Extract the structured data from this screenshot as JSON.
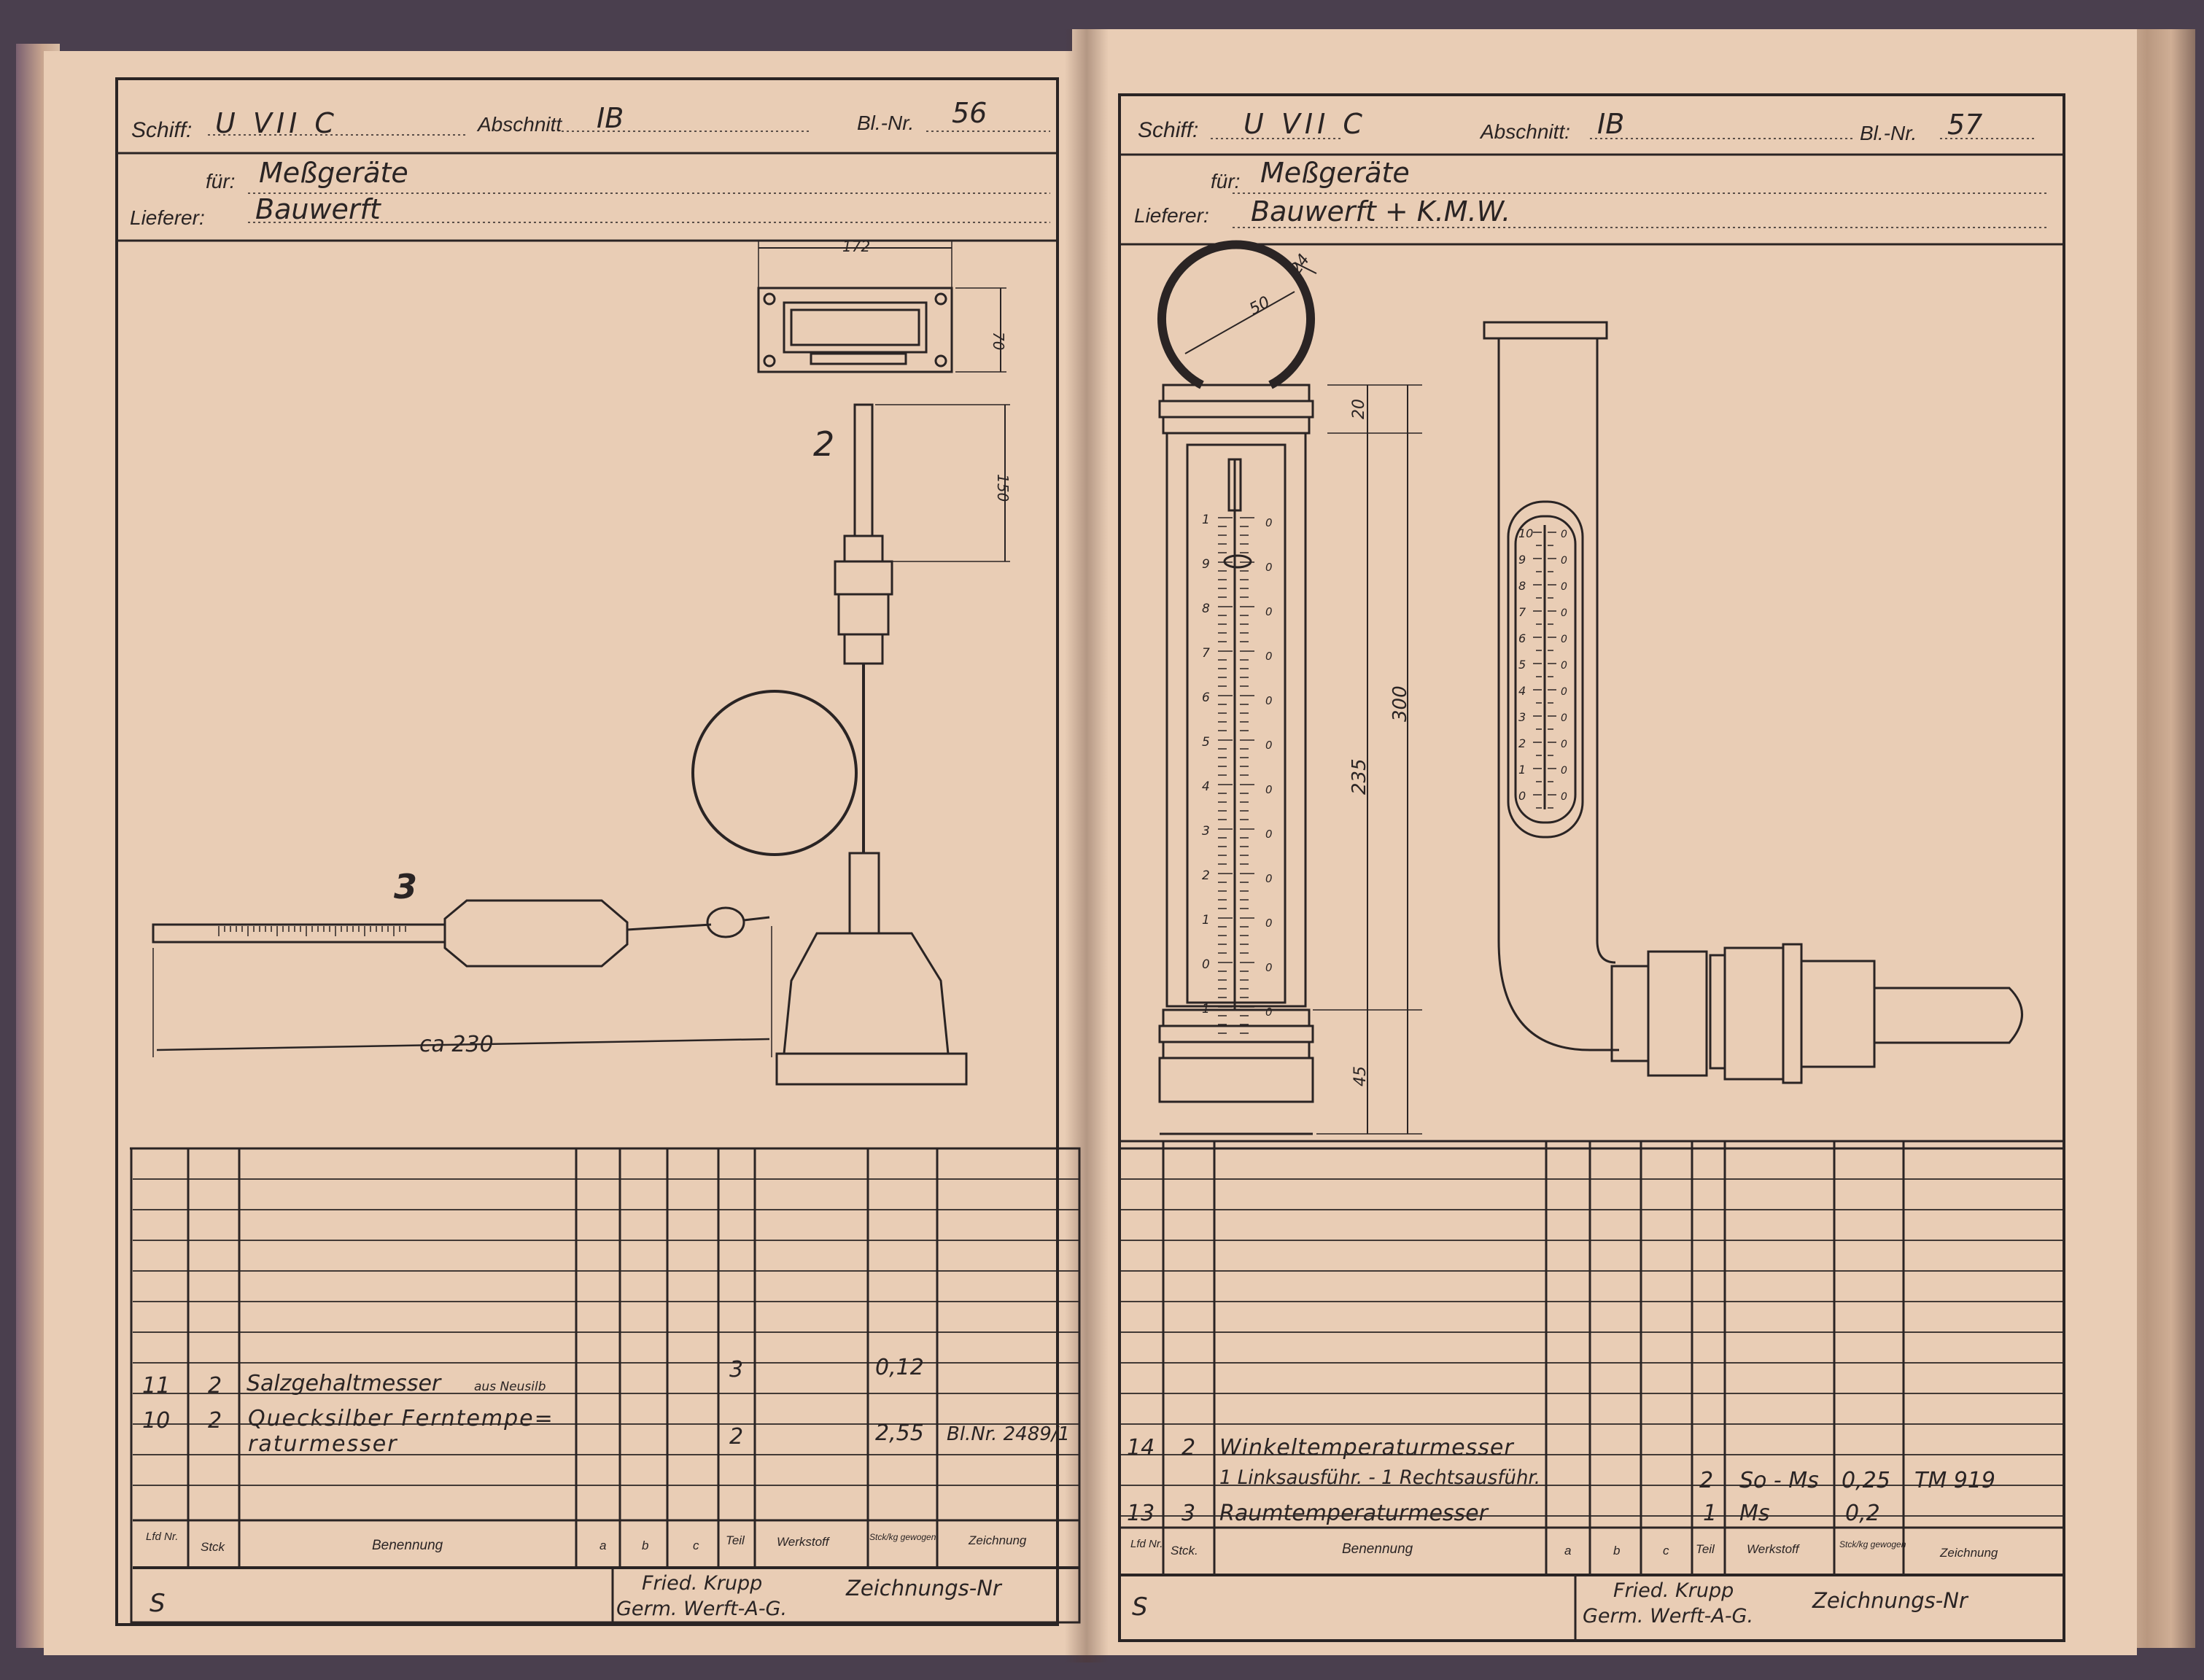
{
  "left_sheet": {
    "header": {
      "schiff_label": "Schiff:",
      "schiff_value": "U VII C",
      "abschnitt_label": "Abschnitt",
      "abschnitt_value": "IB",
      "blatt_label": "Bl.-Nr.",
      "blatt_value": "56",
      "fuer_label": "für:",
      "fuer_value": "Meßgeräte",
      "lieferer_label": "Lieferer:",
      "lieferer_value": "Bauwerft"
    },
    "drawing": {
      "item_2_label": "2",
      "item_3_label": "3",
      "dim_172": "172",
      "dim_70": "70",
      "dim_150": "150",
      "dim_ca230": "ca 230"
    },
    "rows": [
      {
        "lfd": "11",
        "stck": "2",
        "benennung": "Salzgehaltmesser",
        "benennung_small": "aus Neusilb",
        "teil": "3",
        "gewicht": "0,12",
        "zeichnung": ""
      },
      {
        "lfd": "10",
        "stck": "2",
        "benennung": "Quecksilber Ferntempe=",
        "benennung2": "raturmesser",
        "teil": "2",
        "gewicht": "2,55",
        "zeichnung": "Bl.Nr. 2489/1"
      }
    ],
    "footer": {
      "col_lfd": "Lfd Nr.",
      "col_stck": "Stck",
      "col_benennung": "Benennung",
      "col_a": "a",
      "col_b": "b",
      "col_c": "c",
      "col_teil": "Teil",
      "col_werkstoff": "Werkstoff",
      "col_gewicht": "Stck/kg gewogen",
      "col_zeichnung": "Zeichnung",
      "mark": "S",
      "firm_line1": "Fried. Krupp",
      "firm_line2": "Germ. Werft-A-G.",
      "zeichnungs_nr": "Zeichnungs-Nr"
    }
  },
  "right_sheet": {
    "header": {
      "schiff_label": "Schiff:",
      "schiff_value": "U VII C",
      "abschnitt_label": "Abschnitt:",
      "abschnitt_value": "IB",
      "blatt_label": "Bl.-Nr.",
      "blatt_value": "57",
      "fuer_label": "für:",
      "fuer_value": "Meßgeräte",
      "lieferer_label": "Lieferer:",
      "lieferer_value": "Bauwerft + K.M.W."
    },
    "drawing": {
      "dim_50": "50",
      "dim_24": "24",
      "dim_20": "20",
      "dim_235": "235",
      "dim_300": "300",
      "dim_45": "45",
      "scale_a": [
        "1",
        "9",
        "8",
        "7",
        "6",
        "5",
        "4",
        "3",
        "2",
        "1",
        "0",
        "1"
      ],
      "scale_b": [
        "10",
        "9",
        "8",
        "7",
        "6",
        "5",
        "4",
        "3",
        "2",
        "1",
        "0"
      ]
    },
    "rows": [
      {
        "lfd": "14",
        "stck": "2",
        "benennung": "Winkeltemperaturmesser",
        "teil": "",
        "werkstoff": "",
        "gewicht": "",
        "zeichnung": ""
      },
      {
        "lfd": "",
        "stck": "",
        "benennung": "1 Linksausführ. - 1 Rechtsausführ.",
        "teil": "2",
        "werkstoff": "So - Ms",
        "gewicht": "0,25",
        "zeichnung": "TM 919"
      },
      {
        "lfd": "13",
        "stck": "3",
        "benennung": "Raumtemperaturmesser",
        "teil": "1",
        "werkstoff": "Ms",
        "gewicht": "0,2",
        "zeichnung": ""
      }
    ],
    "footer": {
      "col_lfd": "Lfd Nr.",
      "col_stck": "Stck.",
      "col_benennung": "Benennung",
      "col_a": "a",
      "col_b": "b",
      "col_c": "c",
      "col_teil": "Teil",
      "col_werkstoff": "Werkstoff",
      "col_gewicht": "Stck/kg gewogen",
      "col_zeichnung": "Zeichnung",
      "mark": "S",
      "firm_line1": "Fried. Krupp",
      "firm_line2": "Germ. Werft-A-G.",
      "zeichnungs_nr": "Zeichnungs-Nr"
    }
  }
}
